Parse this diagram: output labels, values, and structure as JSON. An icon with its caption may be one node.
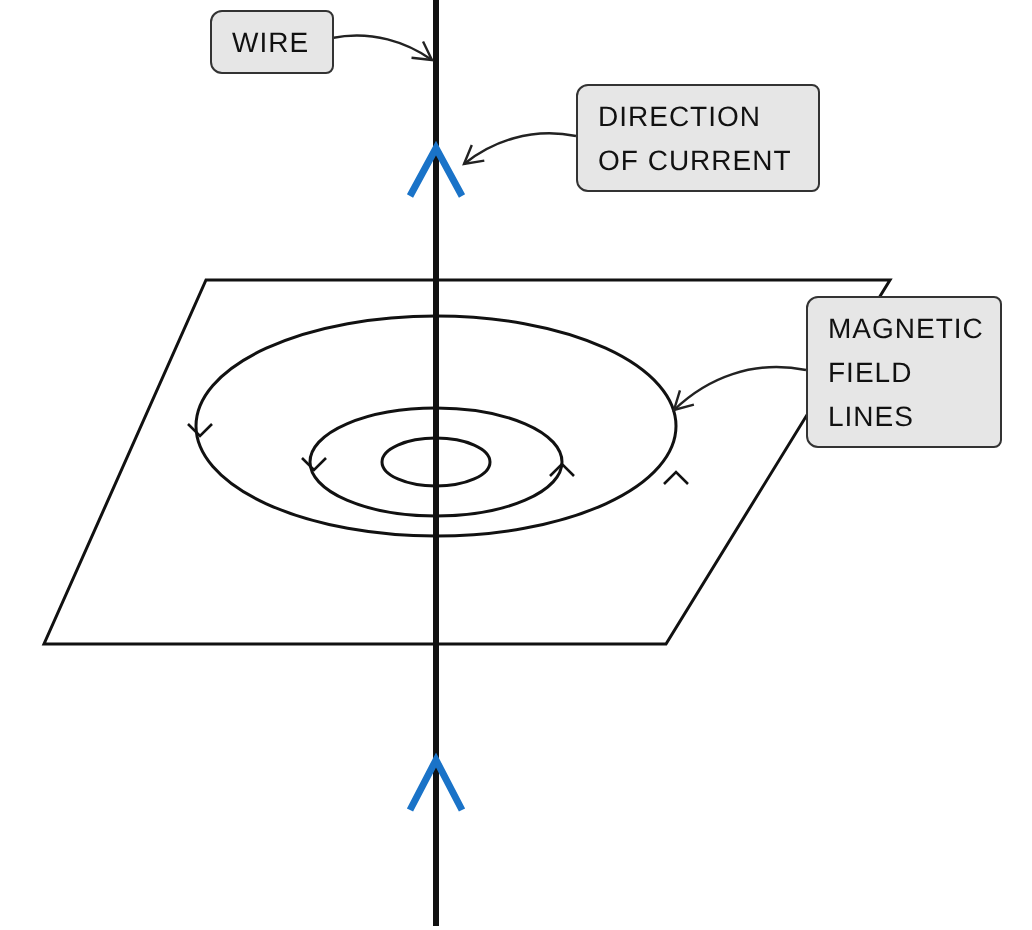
{
  "diagram": {
    "nodes": [
      {
        "text": [
          "WIRE"
        ]
      },
      {
        "text": [],
        "shape": "line"
      },
      {
        "text": [
          "DIRECTION OF CURRENT"
        ]
      },
      {
        "text": [],
        "shape": "chevron"
      },
      {
        "text": [
          "MAGNETIC FIELD LINES"
        ]
      },
      {
        "text": [],
        "shape": "ellipse"
      }
    ],
    "edges": [
      {
        "from": 0,
        "to": 1,
        "arrow": "to"
      },
      {
        "from": 2,
        "to": 3,
        "arrow": "to"
      },
      {
        "from": 4,
        "to": 5,
        "arrow": "to"
      }
    ]
  }
}
